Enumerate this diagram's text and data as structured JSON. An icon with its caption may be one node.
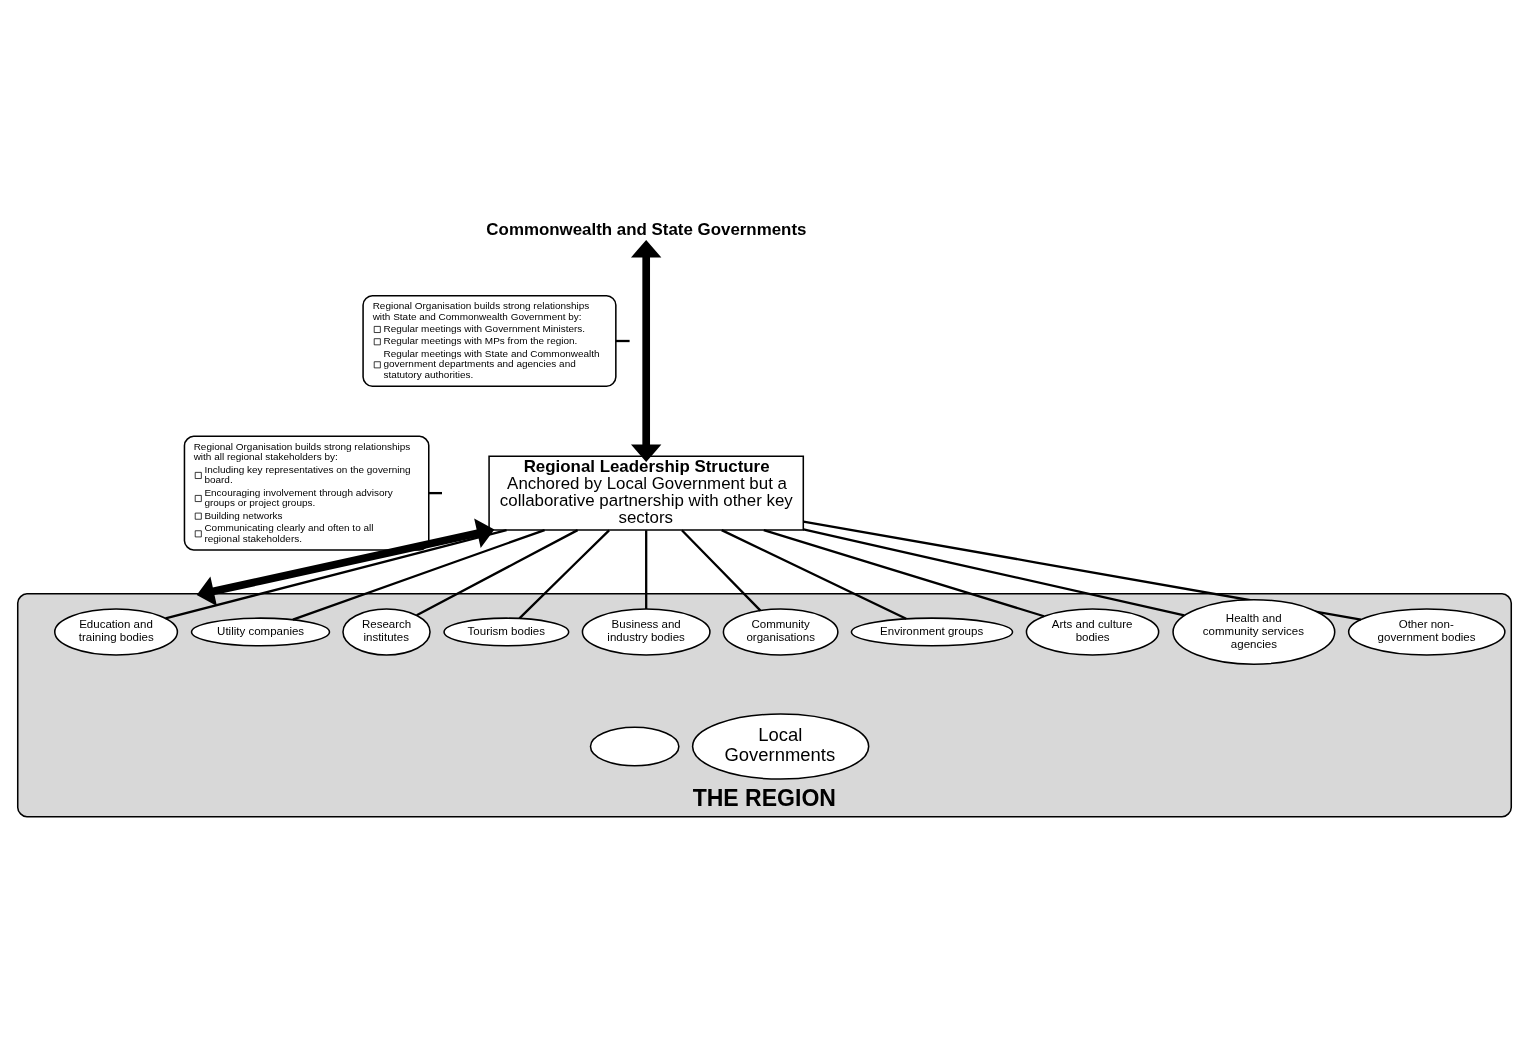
{
  "diagram": {
    "nodes": [
      {
        "text": [
          "Commonwealth and State Governments"
        ]
      },
      {
        "text": [
          "Regional Organisation builds strong relationships with State and Commonwealth Government by:",
          "Regular meetings with Government Ministers.",
          "Regular meetings with MPs from the region.",
          "Regular meetings with State and Commonwealth government departments and agencies and statutory authorities."
        ]
      },
      {
        "text": [
          "Regional Leadership Structure",
          "Anchored by Local Government but a collaborative partnership with other key sectors"
        ]
      },
      {
        "text": [
          "Regional Organisation builds strong relationships with all regional stakeholders by:",
          "Including key representatives on the governing board.",
          "Encouraging involvement through advisory groups or project groups.",
          "Building networks",
          "Communicating clearly and often to all regional stakeholders."
        ]
      },
      {
        "text": [
          "THE REGION"
        ]
      },
      {
        "text": [
          "Business and industry bodies"
        ],
        "in": 4
      },
      {
        "text": [
          "Tourism bodies"
        ],
        "in": 4
      },
      {
        "text": [],
        "shape": "circle",
        "in": 4
      },
      {
        "text": [
          "Other non-government bodies"
        ],
        "in": 4
      },
      {
        "text": [
          "Utility companies"
        ],
        "in": 4
      },
      {
        "text": [
          "Local Governments"
        ],
        "in": 4
      },
      {
        "text": [
          "Health and community services agencies"
        ],
        "in": 4
      },
      {
        "text": [
          "Education and training bodies"
        ],
        "in": 4
      },
      {
        "text": [
          "Arts and culture bodies"
        ],
        "in": 4
      },
      {
        "text": [
          "Research institutes"
        ],
        "in": 4
      },
      {
        "text": [
          "Environment groups"
        ],
        "in": 4
      },
      {
        "text": [
          "Community organisations"
        ],
        "in": 4
      }
    ],
    "edges": [
      {
        "from": 2,
        "to": 0,
        "arrow": "both",
        "style": "thick"
      },
      {
        "from": 1,
        "to": null,
        "arrow": "none"
      },
      {
        "from": 2,
        "to": 4,
        "arrow": "both",
        "style": "thick"
      },
      {
        "from": 3,
        "to": null,
        "arrow": "none"
      },
      {
        "from": 2,
        "to": 12,
        "arrow": "none"
      },
      {
        "from": 2,
        "to": 9,
        "arrow": "none"
      },
      {
        "from": 2,
        "to": 14,
        "arrow": "none"
      },
      {
        "from": 2,
        "to": 6,
        "arrow": "none"
      },
      {
        "from": 2,
        "to": 5,
        "arrow": "none"
      },
      {
        "from": 2,
        "to": 16,
        "arrow": "none"
      },
      {
        "from": 2,
        "to": 15,
        "arrow": "none"
      },
      {
        "from": 2,
        "to": 13,
        "arrow": "none"
      },
      {
        "from": 2,
        "to": 11,
        "arrow": "none"
      },
      {
        "from": 2,
        "to": 8,
        "arrow": "none"
      }
    ]
  }
}
